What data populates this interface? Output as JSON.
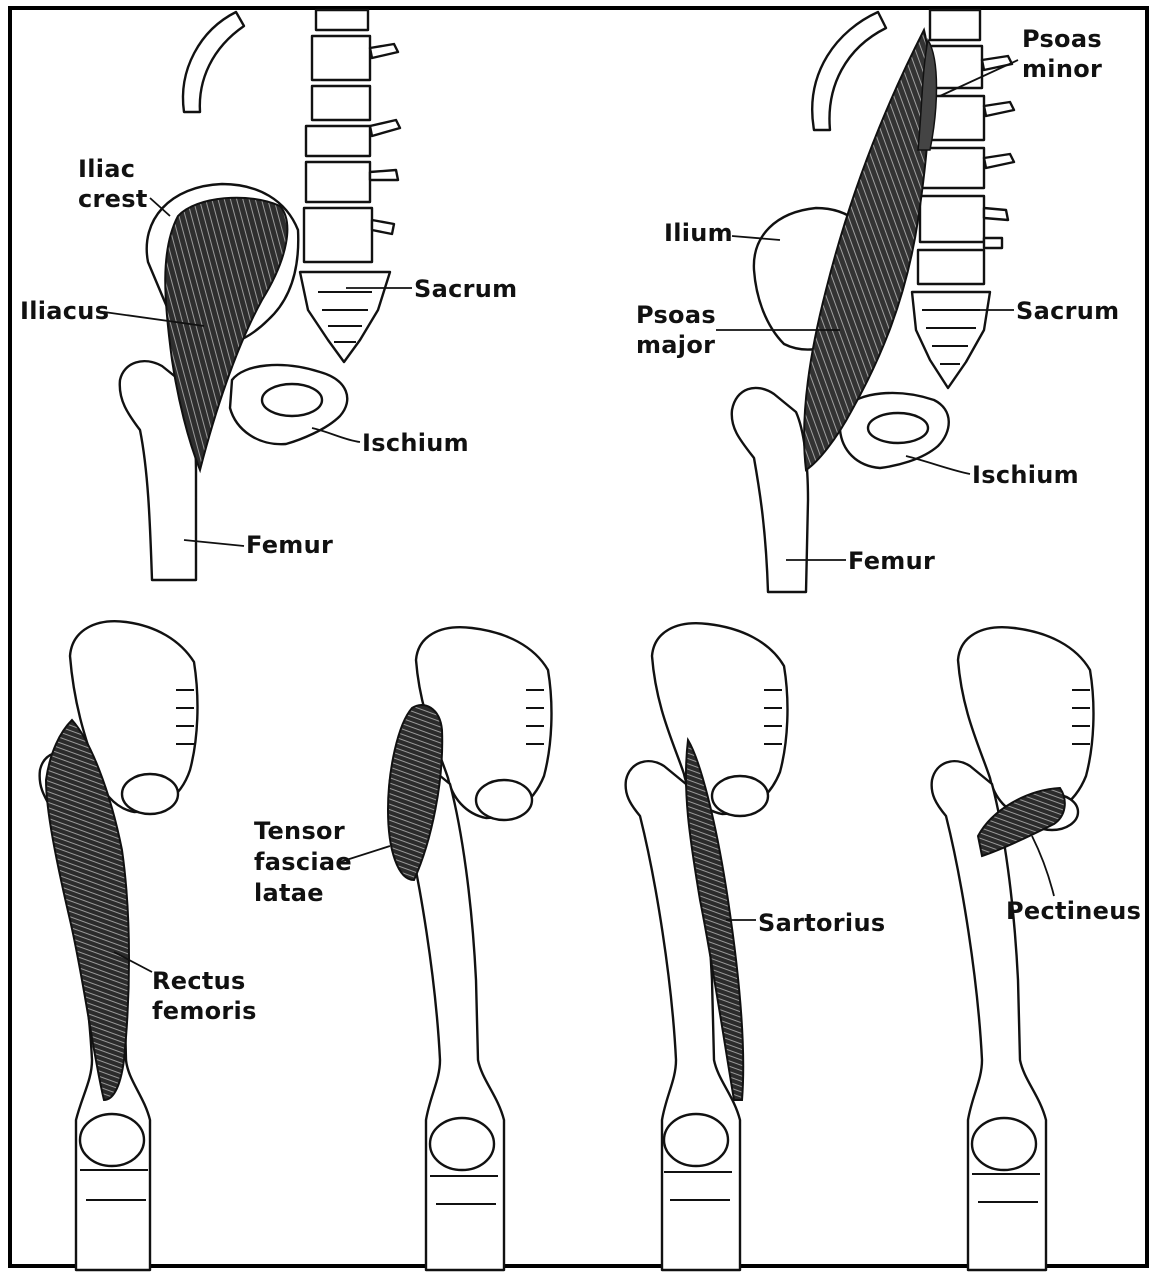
{
  "labels": {
    "iliac_crest": "Iliac\ncrest",
    "iliacus": "Iliacus",
    "sacrum_1": "Sacrum",
    "ischium_1": "Ischium",
    "femur_1": "Femur",
    "psoas_minor": "Psoas\nminor",
    "ilium": "Ilium",
    "psoas_major": "Psoas\nmajor",
    "sacrum_2": "Sacrum",
    "ischium_2": "Ischium",
    "femur_2": "Femur",
    "tensor_fasciae_latae": "Tensor\nfasciae\nlatae",
    "sartorius": "Sartorius",
    "pectineus": "Pectineus",
    "rectus_femoris": "Rectus\nfemoris"
  }
}
